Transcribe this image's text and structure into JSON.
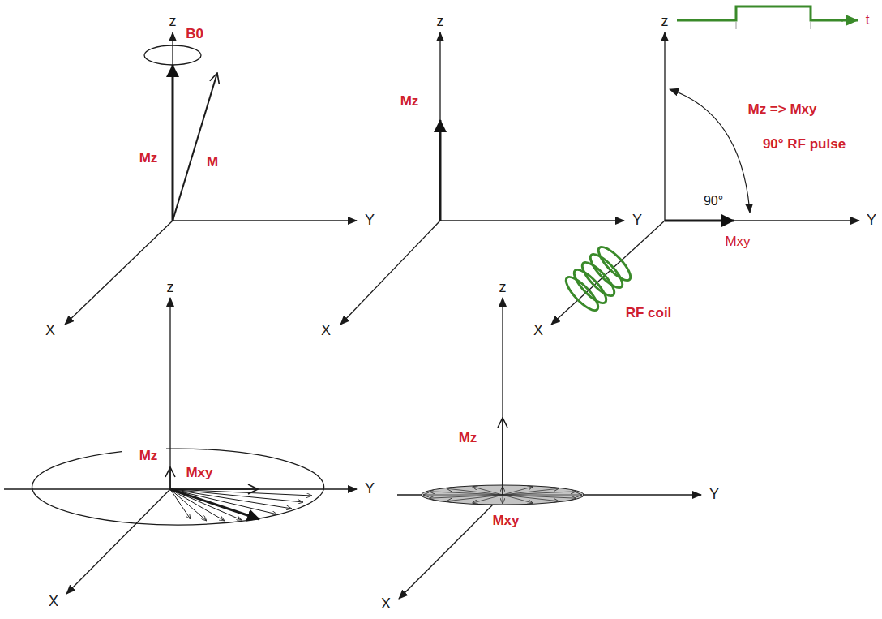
{
  "diagram": {
    "labels": [
      "z",
      "B0",
      "Mz",
      "M",
      "Y",
      "X",
      "z",
      "Mz",
      "Y",
      "X",
      "z",
      "t",
      "Mz => Mxy",
      "90° RF pulse",
      "90°",
      "Y",
      "Mxy",
      "X",
      "RF coil",
      "z",
      "Mz",
      "Mxy",
      "Y",
      "X",
      "z",
      "Mz",
      "Y",
      "Mxy",
      "X"
    ]
  }
}
